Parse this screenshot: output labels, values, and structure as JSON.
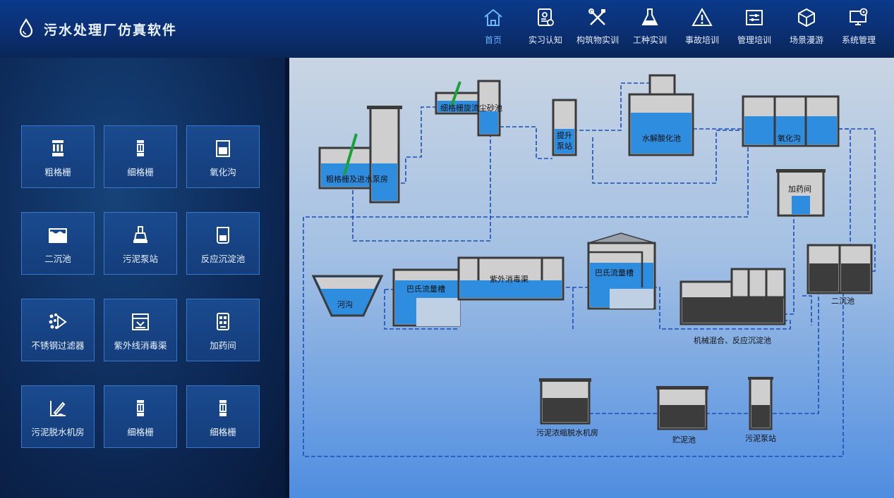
{
  "header": {
    "title": "污水处理厂仿真软件",
    "nav": [
      {
        "label": "首页",
        "icon": "home-icon",
        "active": true
      },
      {
        "label": "实习认知",
        "icon": "id-card-icon"
      },
      {
        "label": "构筑物实训",
        "icon": "tools-icon"
      },
      {
        "label": "工种实训",
        "icon": "flask-icon"
      },
      {
        "label": "事故培训",
        "icon": "warning-icon"
      },
      {
        "label": "管理培训",
        "icon": "sliders-icon"
      },
      {
        "label": "场景漫游",
        "icon": "cube-icon"
      },
      {
        "label": "系统管理",
        "icon": "monitor-gear-icon"
      }
    ]
  },
  "sidebar": {
    "tiles": [
      {
        "label": "粗格栅",
        "icon": "bar-screen-icon"
      },
      {
        "label": "细格栅",
        "icon": "fine-screen-icon"
      },
      {
        "label": "氧化沟",
        "icon": "beaker-icon"
      },
      {
        "label": "二沉池",
        "icon": "tank-wave-icon"
      },
      {
        "label": "污泥泵站",
        "icon": "pump-icon"
      },
      {
        "label": "反应沉淀池",
        "icon": "cup-icon"
      },
      {
        "label": "不锈钢过滤器",
        "icon": "filter-icon"
      },
      {
        "label": "紫外线消毒渠",
        "icon": "uv-box-icon"
      },
      {
        "label": "加药间",
        "icon": "dosing-icon"
      },
      {
        "label": "污泥脱水机房",
        "icon": "pen-icon"
      },
      {
        "label": "细格栅",
        "icon": "fine-screen-icon"
      },
      {
        "label": "细格栅",
        "icon": "fine-screen-icon"
      }
    ]
  },
  "diagram": {
    "units": {
      "coarse_screen": "粗格栅及进水泵房",
      "fine_screen": "细格栅旋流尘砂池",
      "lift_pump_1": "提升",
      "lift_pump_2": "泵站",
      "hydrolysis": "水解酸化池",
      "oxidation_ditch": "氧化沟",
      "dosing_room": "加药间",
      "secondary_clarifier": "二沉池",
      "river": "河沟",
      "parshall_1": "巴氏流量槽",
      "uv_channel": "紫外消毒渠",
      "parshall_2": "巴氏流量槽",
      "mix_reaction": "机械混合、反应沉淀池",
      "sludge_dewater": "污泥浓缩脱水机房",
      "sludge_storage": "贮泥池",
      "sludge_pump": "污泥泵站"
    }
  },
  "colors": {
    "water": "#2f8de0",
    "sludge": "#3c3c3c",
    "pipe": "#1d4fb8",
    "accent": "#69b7ff"
  }
}
